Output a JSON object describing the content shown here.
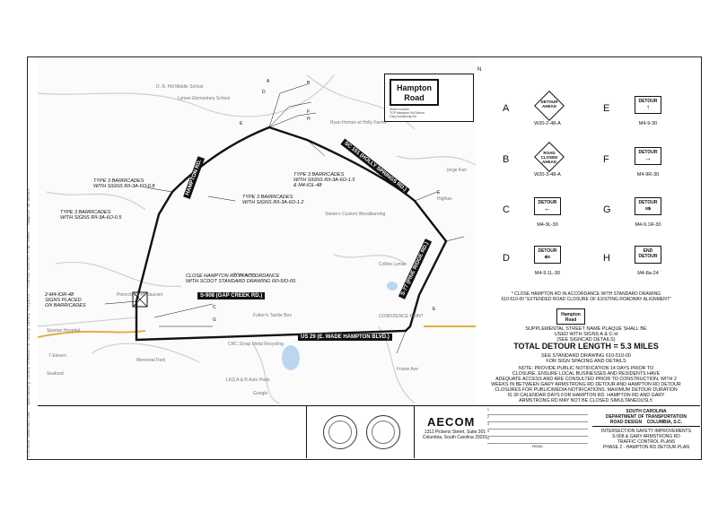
{
  "side_strip": "2/5/2026 CONSTRUCTION - Spartanburg County Greenville County Safety Projects - Traffic Control Plan Sheet - Hampton Rd Detour",
  "map": {
    "road_labels": {
      "hampton": "HAMPTON RD.",
      "sc101": "SC 101 (HOLLY SPRINGS RD.)",
      "s77": "S-77 (PINE RIDGE RD.)",
      "s908": "S-908 (GAP CREEK RD.)",
      "us29": "US 29 (E. WADE HAMPTON BLVD.)"
    },
    "place_labels": [
      "D. R. Hill Middle School",
      "Lyman Elementary School",
      "Ryan Homes at Holly Farms",
      "Jorge Kan",
      "Highlan",
      "Steele's Custom Woodburning",
      "Collins Lyman",
      "Whispering",
      "Pinocchio's Restaurant",
      "Fulton's Tackle Box",
      "CRC Scrap Metal Recycling",
      "Spartan Hospital",
      "7-Eleven",
      "Seafood",
      "Memorial Park",
      "LKQ A & R Auto Parts",
      "Google",
      "CONFIDENCE POINT",
      "Frame Ave"
    ],
    "notes": {
      "barricade_top1": "TYPE 3 BARRICADES\nWITH SIGNS RII-3A-6O-1.5\n& M4-IOL-48",
      "barricade_left1": "TYPE 3 BARRICADES\nWITH SIGNS RII-3A-6O-0.8",
      "barricade_mid": "TYPE 3 BARRICADES\nWITH SIGNS RII-3A-6O-1.2",
      "barricade_left2": "TYPE 3 BARRICADES\nWITH SIGNS RII-3A-6O-0.5",
      "close_road": "CLOSE HAMPTON RD.IN ACCORDANCE\nWITH SCDOT STANDARD DRAWING 6I0-5IO-00.",
      "signs_placed": "2-M4-IOR-48\nSIGNS PLACED\nON BARRICADES"
    },
    "letters": [
      "A",
      "B",
      "C",
      "D",
      "E",
      "F",
      "G",
      "H"
    ]
  },
  "title_box": {
    "name_line1": "Hampton",
    "name_line2": "Road",
    "sub": "Sheet number\nTCP Hampton Rd Detour\nGary Armstrong Rd"
  },
  "north_label": "N",
  "legend": [
    {
      "letter": "A",
      "type": "diamond",
      "text": "DETOUR\nAHEAD",
      "code": "W20-2-48-A"
    },
    {
      "letter": "B",
      "type": "diamond",
      "text": "ROAD\nCLOSED\nAHEAD",
      "code": "W20-3-48-A"
    },
    {
      "letter": "C",
      "type": "rect",
      "text": "DETOUR",
      "arrow": "←",
      "code": "M4-9L-30"
    },
    {
      "letter": "D",
      "type": "rect",
      "text": "DETOUR",
      "arrow": "⇐",
      "code": "M4-9.1L-30"
    },
    {
      "letter": "E",
      "type": "rect",
      "text": "DETOUR",
      "arrow": "↑",
      "code": "M4-9-30"
    },
    {
      "letter": "F",
      "type": "rect",
      "text": "DETOUR",
      "arrow": "→",
      "code": "M4-9R-30"
    },
    {
      "letter": "G",
      "type": "rect",
      "text": "DETOUR",
      "arrow": "⇒",
      "code": "M4-9.1R-30"
    },
    {
      "letter": "H",
      "type": "rect",
      "text": "END\nDETOUR",
      "arrow": "",
      "code": "M4-8a-24"
    }
  ],
  "close_note": "* CLOSE HAMPTON RD IN ACCORDANCE WITH STANDARD DRAWING\n610-510-00 \"EXTENDED ROAD CLOSURE OF EXISTING ROADWAY ALIGNMENT\"",
  "plaque": {
    "line1": "Hampton",
    "line2": "Road"
  },
  "plaque_note": "SUPPLEMENTAL STREET NAME PLAQUE SHALL BE\nUSED WITH SIGNS A & C-H\n(SEE SIGNCAD DETAILS)",
  "detour_length": "TOTAL DETOUR LENGTH =  5.3 MILES",
  "std_drawing": "SEE STANDARD DRAWING 610-510-00\nFOR SIGN SPACING AND DETAILS",
  "main_note": "NOTE: PROVIDE PUBLIC NOTIFICATION 14 DAYS PRIOR TO\nCLOSURE. ENSURE LOCAL BUSINESSES AND RESIDENTS HAVE\nADEQUATE ACCESS AND ARE CONSULTED PRIOR TO CONSTRUCTION, WITH 2\nWEEKS IN BETWEEN GARY ARMSTRONG RD DETOUR AND HAMPTON RD DETOUR\nCLOSURES FOR PUBLIC/MEDIA NOTIFICATIONS. MAXIMUM DETOUR DURATION\nIS 30 CALENDAR DAYS FOR HAMPTON RD. HAMPTON RD AND GARY\nARMSTRONG RD MAY NOT BE CLOSED SIMULTANEOUSLY.",
  "title_block": {
    "logo": "AECOM",
    "address": "1311 Pickens Street, Suite 301\nColumbia, South Carolina 29201",
    "dept": "SOUTH CAROLINA\nDEPARTMENT OF TRANSPORTATION\nROAD DESIGN    COLUMBIA, S.C.",
    "project": "INTERSECTION SAFETY IMPROVEMENTS\nS-908 & GARY ARMSTRONG RD\nTRAFFIC CONTROL PLANS\nPHASE 2 - HAMPTON RD DETOUR PLAN",
    "revision_rows": [
      "1",
      "2",
      "3",
      "4",
      "5"
    ],
    "road_label": "ROAD"
  }
}
